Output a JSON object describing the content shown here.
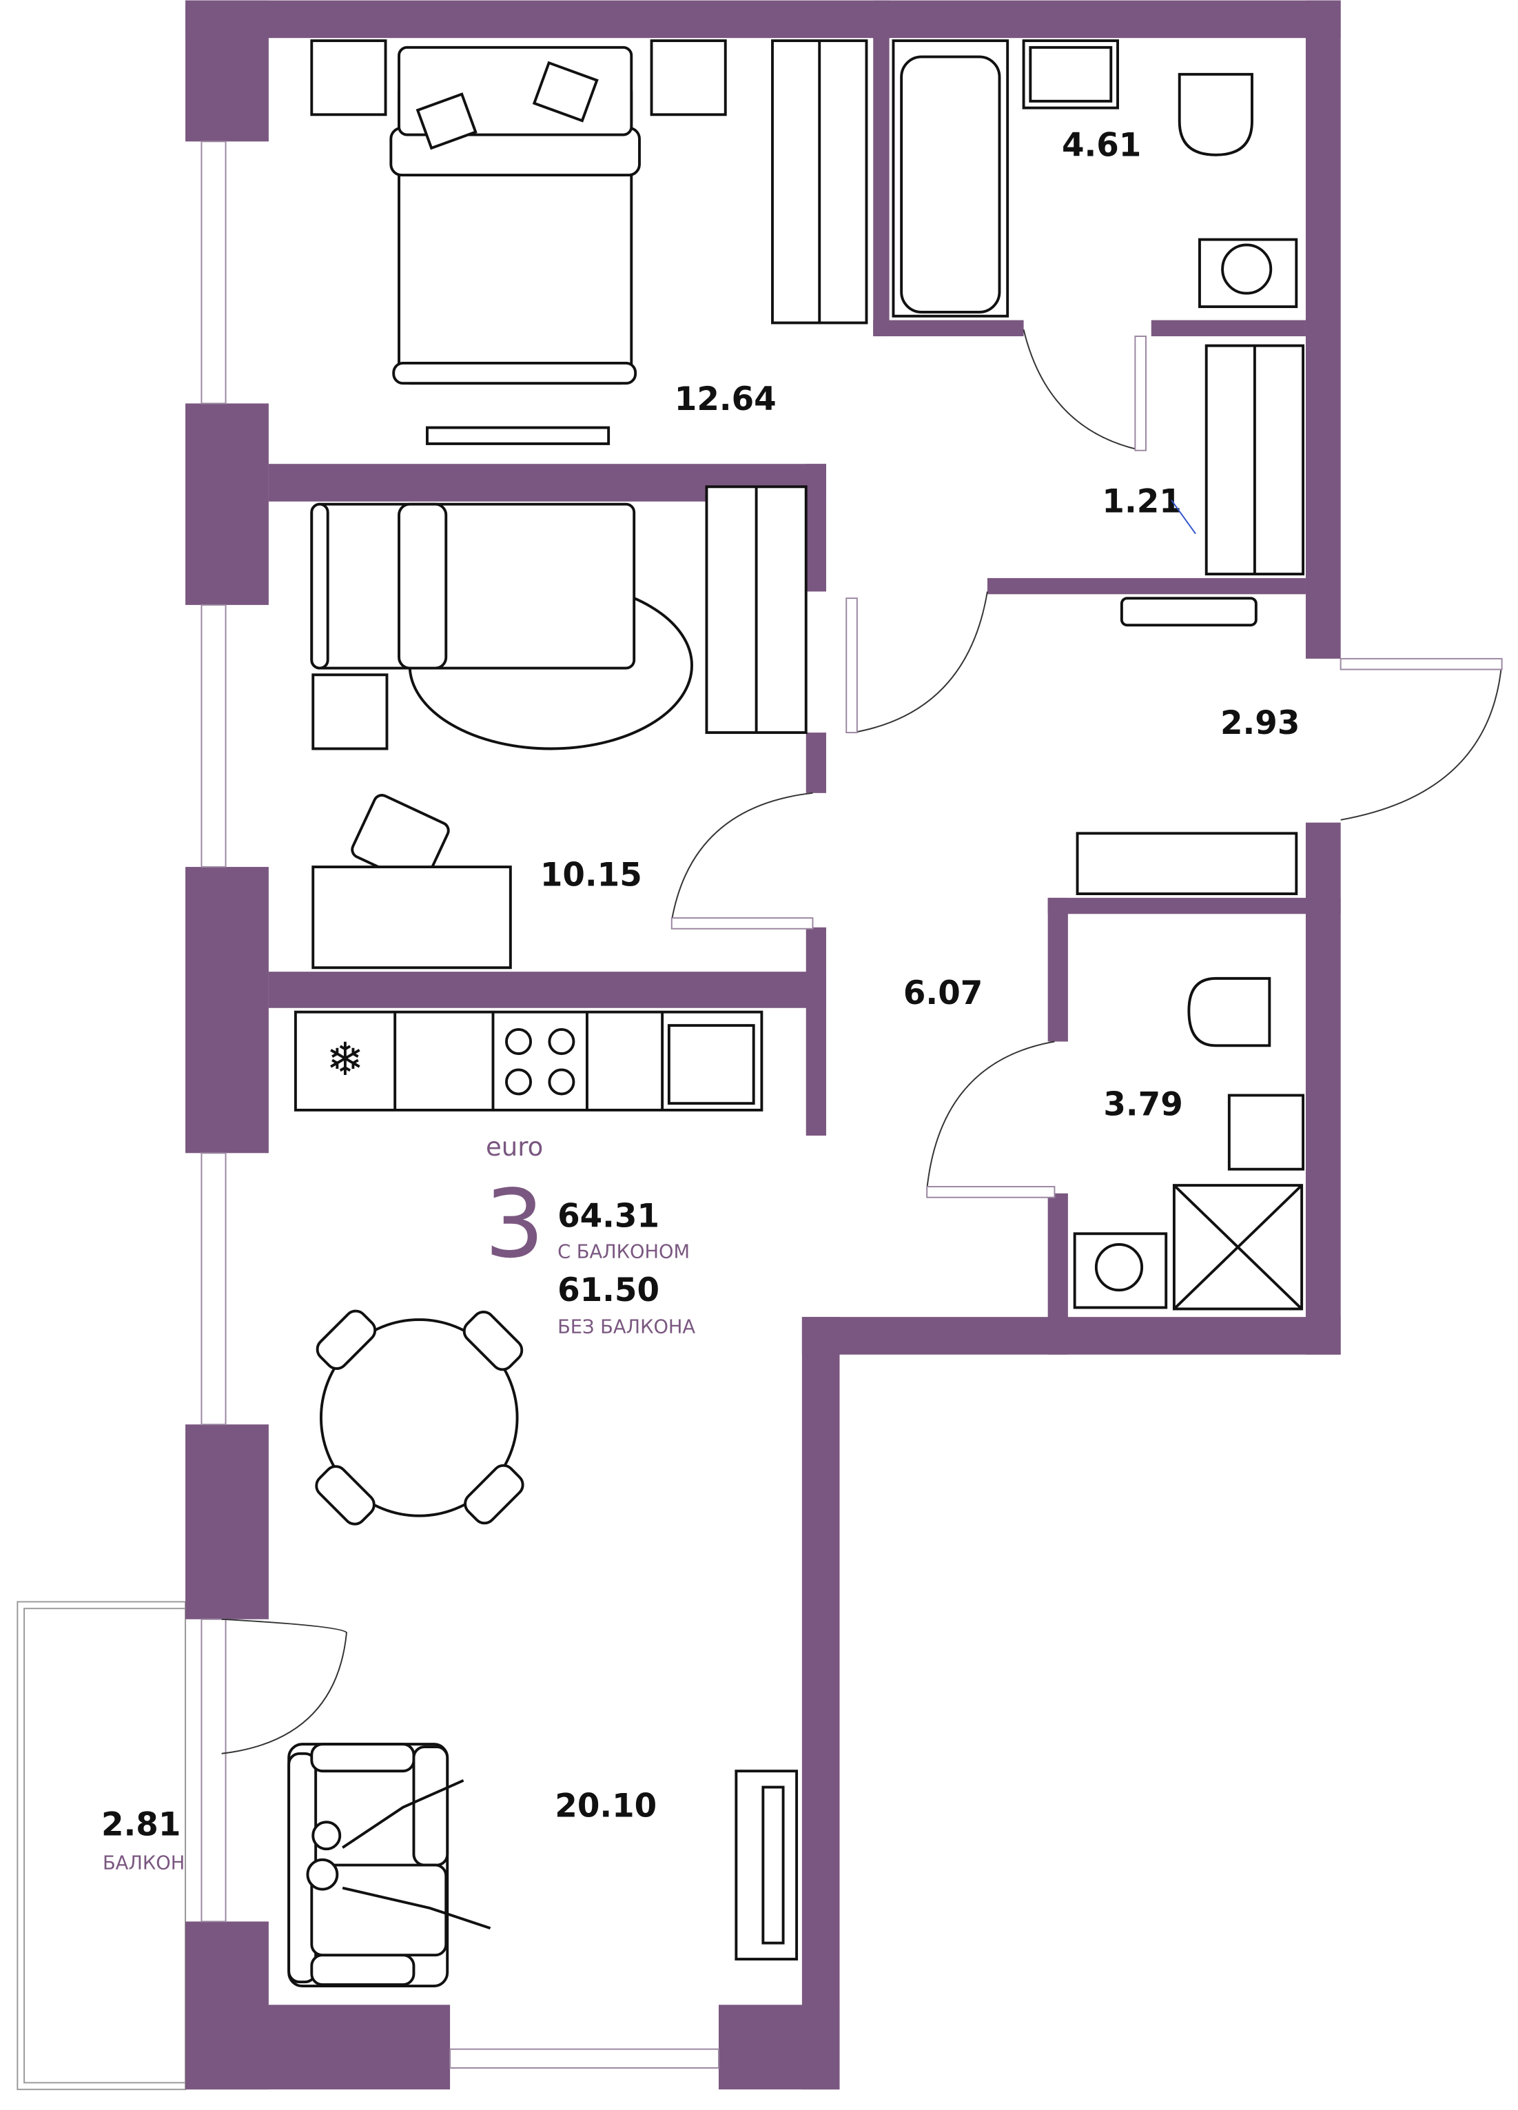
{
  "plan": {
    "class_label": "euro",
    "rooms_count": "3",
    "total_with_balcony": "64.31",
    "with_balcony_label": "С БАЛКОНОМ",
    "total_without_balcony": "61.50",
    "without_balcony_label": "БЕЗ БАЛКОНА",
    "wall_color": "#7a5780"
  },
  "rooms": {
    "bedroom_main": "12.64",
    "bathroom": "4.61",
    "closet": "1.21",
    "hall_entry": "2.93",
    "bedroom_second": "10.15",
    "corridor": "6.07",
    "wc": "3.79",
    "living_kitchen": "20.10",
    "balcony": "2.81",
    "balcony_label": "БАЛКОН"
  }
}
